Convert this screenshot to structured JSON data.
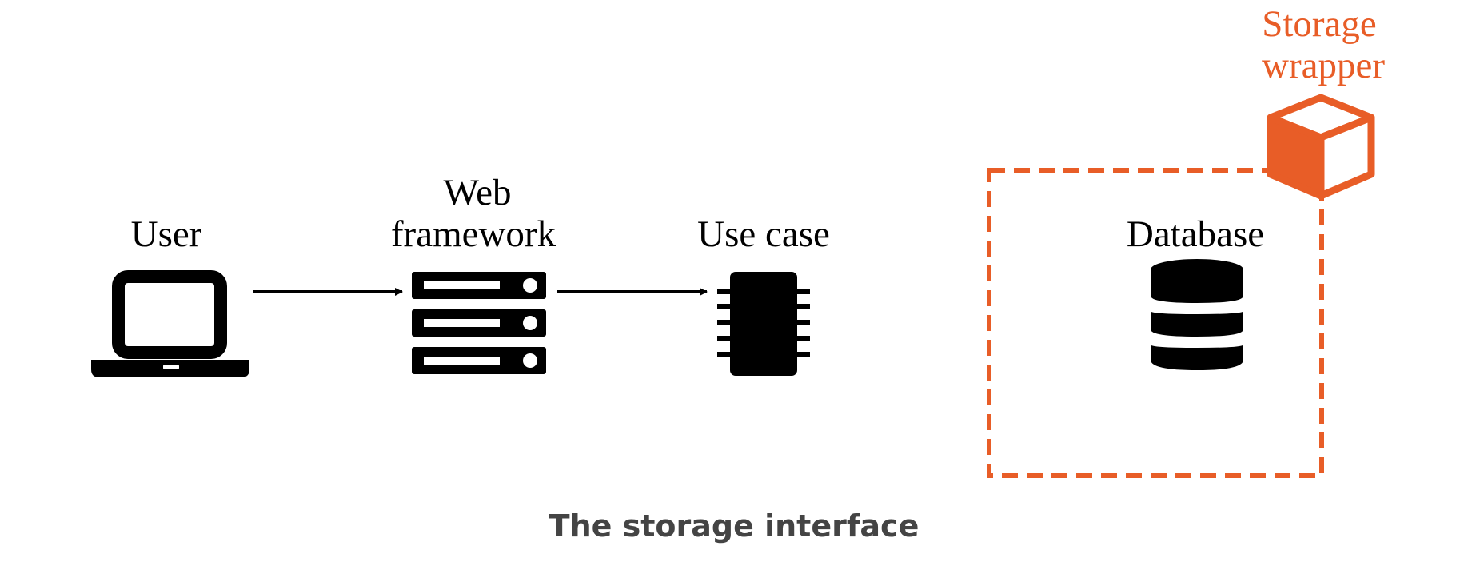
{
  "colors": {
    "accent": "#e85d27",
    "ink": "#000000",
    "caption": "#444444"
  },
  "nodes": {
    "user": {
      "label": "User",
      "icon": "laptop-icon"
    },
    "web_framework": {
      "label_line1": "Web",
      "label_line2": "framework",
      "icon": "server-rack-icon"
    },
    "use_case": {
      "label": "Use case",
      "icon": "chip-icon"
    },
    "database": {
      "label": "Database",
      "icon": "database-icon"
    }
  },
  "storage_wrapper": {
    "label_line1": "Storage",
    "label_line2": "wrapper",
    "icon": "cube-icon"
  },
  "caption": "The storage interface"
}
